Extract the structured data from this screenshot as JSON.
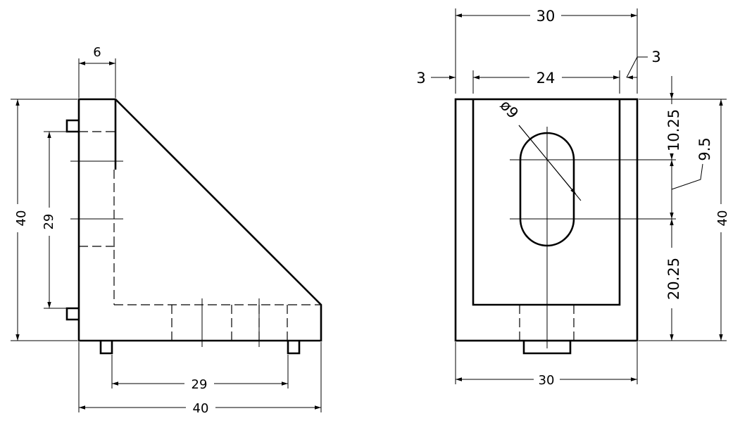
{
  "left_view": {
    "dims": {
      "top_width": "6",
      "height_outer": "40",
      "height_inner": "29",
      "bottom_inner": "29",
      "bottom_outer": "40"
    }
  },
  "right_view": {
    "dims": {
      "top_width": "30",
      "inner_width": "24",
      "left_wall": "3",
      "right_wall": "3",
      "hole_diameter": "ø9",
      "top_offset": "10.25",
      "slot_length": "9.5",
      "bottom_offset": "20.25",
      "height": "40",
      "bottom_width": "30"
    }
  }
}
